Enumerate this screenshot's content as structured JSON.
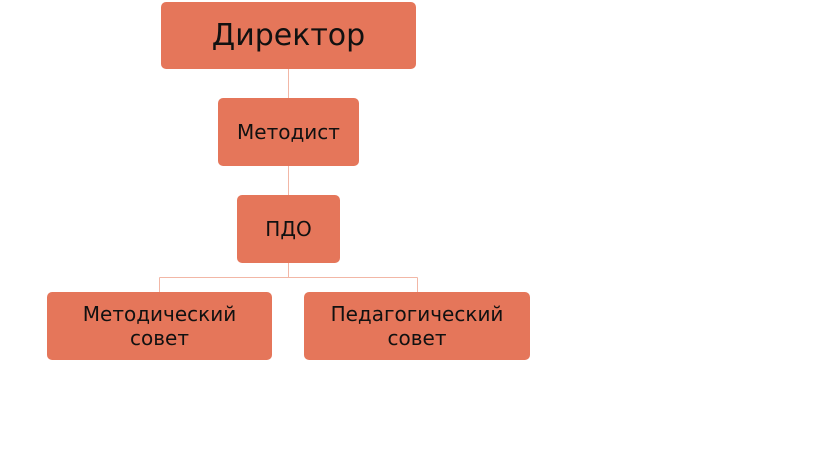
{
  "diagram": {
    "nodes": {
      "director": "Директор",
      "methodist": "Методист",
      "pdo": "ПДО",
      "method_council": "Методический\nсовет",
      "ped_council": "Педагогический\nсовет"
    },
    "colors": {
      "node_fill": "#e5765a",
      "connector": "#f2b7a6",
      "text": "#111111"
    }
  }
}
